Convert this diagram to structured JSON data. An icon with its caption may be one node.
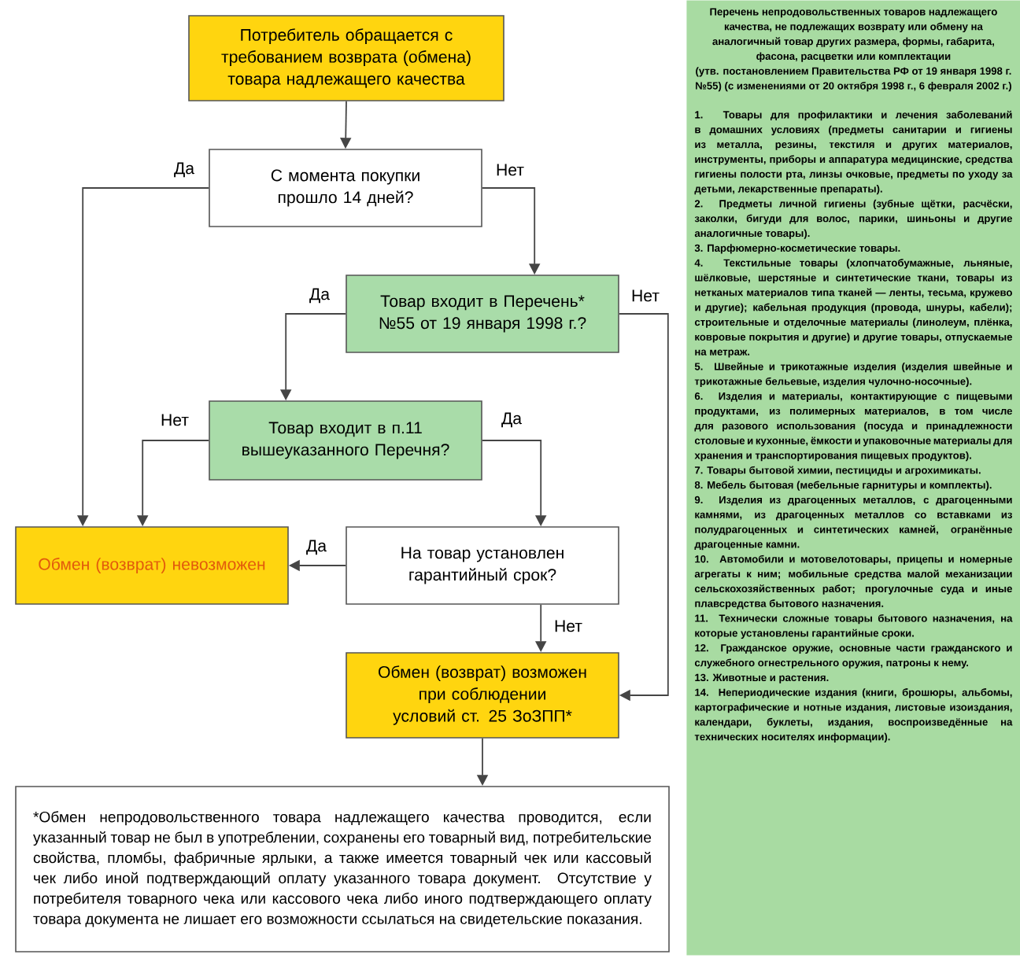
{
  "diagram": {
    "nodes": [
      {
        "text": [
          "Потребитель обращается с требованием возврата (обмена) товара надлежащего качества"
        ]
      },
      {
        "text": [
          "С момента покупки прошло 14 дней?"
        ]
      },
      {
        "text": [
          "Товар входит в Перечень* №55 от 19 января 1998 г.?"
        ]
      },
      {
        "text": [
          "Товар входит в п.11 вышеуказанного Перечня?"
        ]
      },
      {
        "text": [
          "Обмен (возврат) невозможен"
        ]
      },
      {
        "text": [
          "На товар установлен гарантийный срок?"
        ]
      },
      {
        "text": [
          "Обмен (возврат) возможен при соблюдении условий ст. 25 ЗоЗПП*"
        ]
      },
      {
        "text": [
          "*Обмен непродовольственного товара надлежащего качества проводится, если указанный товар не был в употреблении, сохранены его товарный вид, потребительские свойства, пломбы, фабричные ярлыки, а также имеется товарный чек или кассовый чек либо иной подтверждающий оплату указанного товара документ. Отсутствие у потребителя товарного чека или кассового чека либо иного подтверждающего оплату товара документа не лишает его возможности ссылаться на свидетельские показания."
        ]
      },
      {
        "text": [
          "Перечень непродовольственных товаров надлежащего качества, не подлежащих возврату или обмену на аналогичный товар других размера, формы, габарита, фасона, расцветки или комплектации",
          "(утв. постановлением Правительства РФ от 19 января 1998 г. №55) (с изменениями от 20 октября 1998 г., 6 февраля 2002 г.)",
          "1. Товары для профилактики и лечения заболеваний в домашних условиях (предметы санитарии и гигиены из металла, резины, текстиля и других материалов, инструменты, приборы и аппаратура медицинские, средства гигиены полости рта, линзы очковые, предметы по уходу за детьми, лекарственные препараты).",
          "2. Предметы личной гигиены (зубные щётки, расчёски, заколки, бигуди для волос, парики, шиньоны и другие аналогичные товары).",
          "3. Парфюмерно-косметические товары.",
          "4. Текстильные товары (хлопчатобумажные, льняные, шёлковые, шерстяные и синтетические ткани, товары из нетканых материалов типа тканей — ленты, тесьма, кружево и другие); кабельная продукция (провода, шнуры, кабели); строительные и отделочные материалы (линолеум, плёнка, ковровые покрытия и другие) и другие товары, отпускаемые на метраж.",
          "5. Швейные и трикотажные изделия (изделия швейные и трикотажные бельевые, изделия чулочно-носочные).",
          "6. Изделия и материалы, контактирующие с пищевыми продуктами, из полимерных материалов, в том числе для разового использования (посуда и принадлежности столовые и кухонные, ёмкости и упаковочные материалы для хранения и транспортирования пищевых продуктов).",
          "7. Товары бытовой химии, пестициды и агрохимикаты.",
          "8. Мебель бытовая (мебельные гарнитуры и комплекты).",
          "9. Изделия из драгоценных металлов, с драгоценными камнями, из драгоценных металлов со вставками из полудрагоценных и синтетических камней, огранённые драгоценные камни.",
          "10. Автомобили и мотовелотовары, прицепы и номерные агрегаты к ним; мобильные средства малой механизации сельскохозяйственных работ; прогулочные суда и иные плавсредства бытового назначения.",
          "11. Технически сложные товары бытового назначения, на которые установлены гарантийные сроки.",
          "12. Гражданское оружие, основные части гражданского и служебного огнестрельного оружия, патроны к нему.",
          "13. Животные и растения.",
          "14. Непериодические издания (книги, брошюры, альбомы, картографические и нотные издания, листовые изоиздания, календари, буклеты, издания, воспроизведённые на технических носителях информации)."
        ]
      }
    ],
    "edges": [
      {
        "from": 0,
        "to": 1,
        "arrow": "to"
      },
      {
        "from": 1,
        "to": 4,
        "label": "Да",
        "arrow": "to"
      },
      {
        "from": 1,
        "to": 2,
        "label": "Нет",
        "arrow": "to"
      },
      {
        "from": 2,
        "to": 3,
        "label": "Да",
        "arrow": "to"
      },
      {
        "from": 2,
        "to": 6,
        "label": "Нет",
        "arrow": "to"
      },
      {
        "from": 3,
        "to": 4,
        "label": "Нет",
        "arrow": "to"
      },
      {
        "from": 3,
        "to": 5,
        "label": "Да",
        "arrow": "to"
      },
      {
        "from": 5,
        "to": 4,
        "label": "Да",
        "arrow": "to"
      },
      {
        "from": 5,
        "to": 6,
        "label": "Нет",
        "arrow": "to"
      },
      {
        "from": 6,
        "to": 7,
        "arrow": "to"
      }
    ]
  }
}
